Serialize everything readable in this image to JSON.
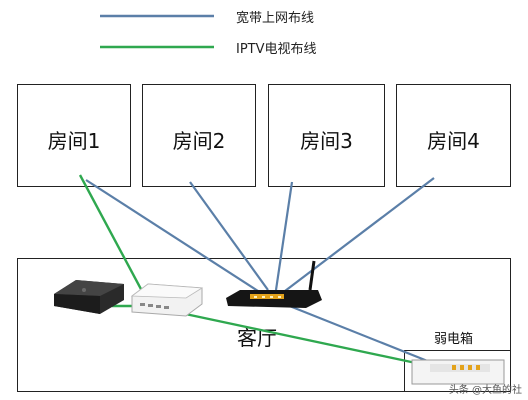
{
  "legend": {
    "broadband": {
      "label": "宽带上网布线",
      "color": "#5b7fa8"
    },
    "iptv": {
      "label": "IPTV电视布线",
      "color": "#2fa84f"
    }
  },
  "rooms": [
    {
      "label": "房间1"
    },
    {
      "label": "房间2"
    },
    {
      "label": "房间3"
    },
    {
      "label": "房间4"
    }
  ],
  "living_room": {
    "label": "客厅"
  },
  "panel": {
    "label": "弱电箱"
  },
  "watermark": {
    "text": "头条 @大鱼的社"
  },
  "devices": [
    "tv-box-icon",
    "switch-icon",
    "router-icon",
    "panel-module-icon"
  ]
}
